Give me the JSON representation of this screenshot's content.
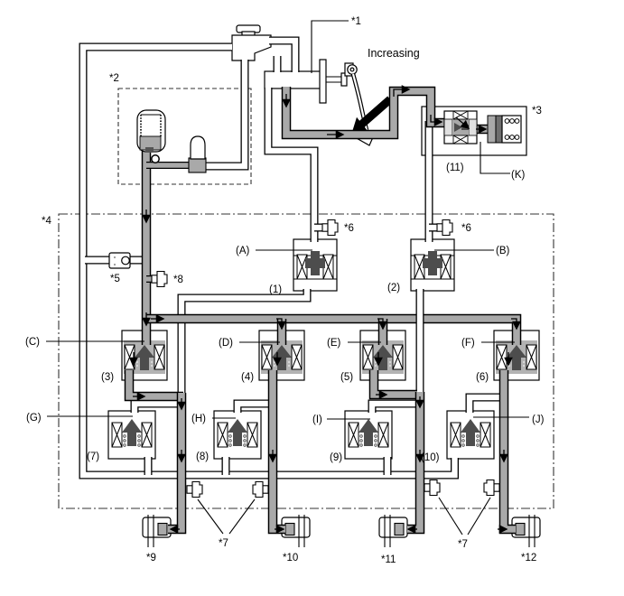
{
  "figure": {
    "annotation": "Increasing",
    "callouts": {
      "c1": "*1",
      "c2": "*2",
      "c3": "*3",
      "c4": "*4",
      "c5": "*5",
      "c6a": "*6",
      "c6b": "*6",
      "c7a": "*7",
      "c7b": "*7",
      "c8": "*8",
      "c9": "*9",
      "c10": "*10",
      "c11": "*11",
      "c12": "*12"
    },
    "ports": {
      "A": "(A)",
      "B": "(B)",
      "C": "(C)",
      "D": "(D)",
      "E": "(E)",
      "F": "(F)",
      "G": "(G)",
      "H": "(H)",
      "I": "(I)",
      "J": "(J)",
      "K": "(K)"
    },
    "valve_numbers": {
      "n1": "(1)",
      "n2": "(2)",
      "n3": "(3)",
      "n4": "(4)",
      "n5": "(5)",
      "n6": "(6)",
      "n7": "(7)",
      "n8": "(8)",
      "n9": "(9)",
      "n10": "(10)",
      "n11": "(11)"
    },
    "colors": {
      "flow": "#a9a9a9",
      "plunger": "#4d4d4d"
    }
  }
}
